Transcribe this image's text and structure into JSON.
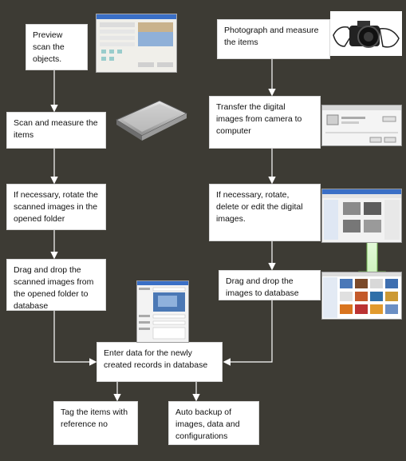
{
  "left_column": {
    "preview": "Preview scan the objects.",
    "scan": "Scan and measure the items",
    "rotate": "If necessary, rotate the scanned images in the opened folder",
    "drag": "Drag and drop the scanned images from the opened folder to database"
  },
  "right_column": {
    "photo": "Photograph and measure the items",
    "transfer": "Transfer the digital images from camera to computer",
    "rotate": "If necessary, rotate, delete or edit the digital images.",
    "drag": "Drag and drop the images to database"
  },
  "center": {
    "enter_data": "Enter data for the newly created records in database"
  },
  "bottom": {
    "tag": "Tag the items with reference no",
    "backup": "Auto backup of images, data and configurations"
  },
  "icons": {
    "scan_dialog": "scanner-software-window-thumbnail",
    "scanner": "flatbed-scanner-image",
    "camera": "hands-holding-camera-image",
    "transfer_window": "camera-transfer-window-thumbnail",
    "image_folder": "image-folder-window-thumbnail",
    "image_gallery": "image-gallery-window-thumbnail",
    "database_form": "database-record-form-thumbnail",
    "drag_arrow": "green-drag-arrow"
  },
  "colors": {
    "background": "#3d3b34",
    "box": "#ffffff",
    "connector": "#ffffff",
    "drag_arrow_fill": "#d4f7c6",
    "drag_arrow_stroke": "#6fb24f"
  }
}
